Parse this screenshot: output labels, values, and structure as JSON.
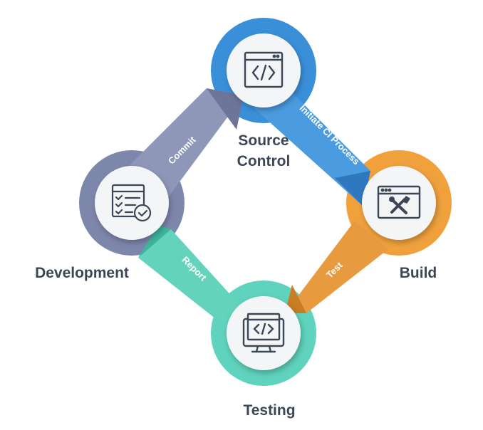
{
  "nodes": {
    "source_control": {
      "label_line1": "Source",
      "label_line2": "Control",
      "color": "#3a8fd9",
      "icon": "code-window-icon"
    },
    "build": {
      "label": "Build",
      "color": "#f0a13c",
      "icon": "tools-window-icon"
    },
    "testing": {
      "label": "Testing",
      "color": "#5fd3bd",
      "icon": "monitor-code-icon"
    },
    "development": {
      "label": "Development",
      "color": "#7d86ab",
      "icon": "checklist-icon"
    }
  },
  "arrows": {
    "commit": {
      "label": "Commit",
      "color": "#8e97b8"
    },
    "initiate_ci": {
      "label": "Initiate CI Process",
      "color": "#3a8fd9"
    },
    "test": {
      "label": "Test",
      "color": "#e89b3e"
    },
    "report": {
      "label": "Report",
      "color": "#64d3bb"
    }
  }
}
